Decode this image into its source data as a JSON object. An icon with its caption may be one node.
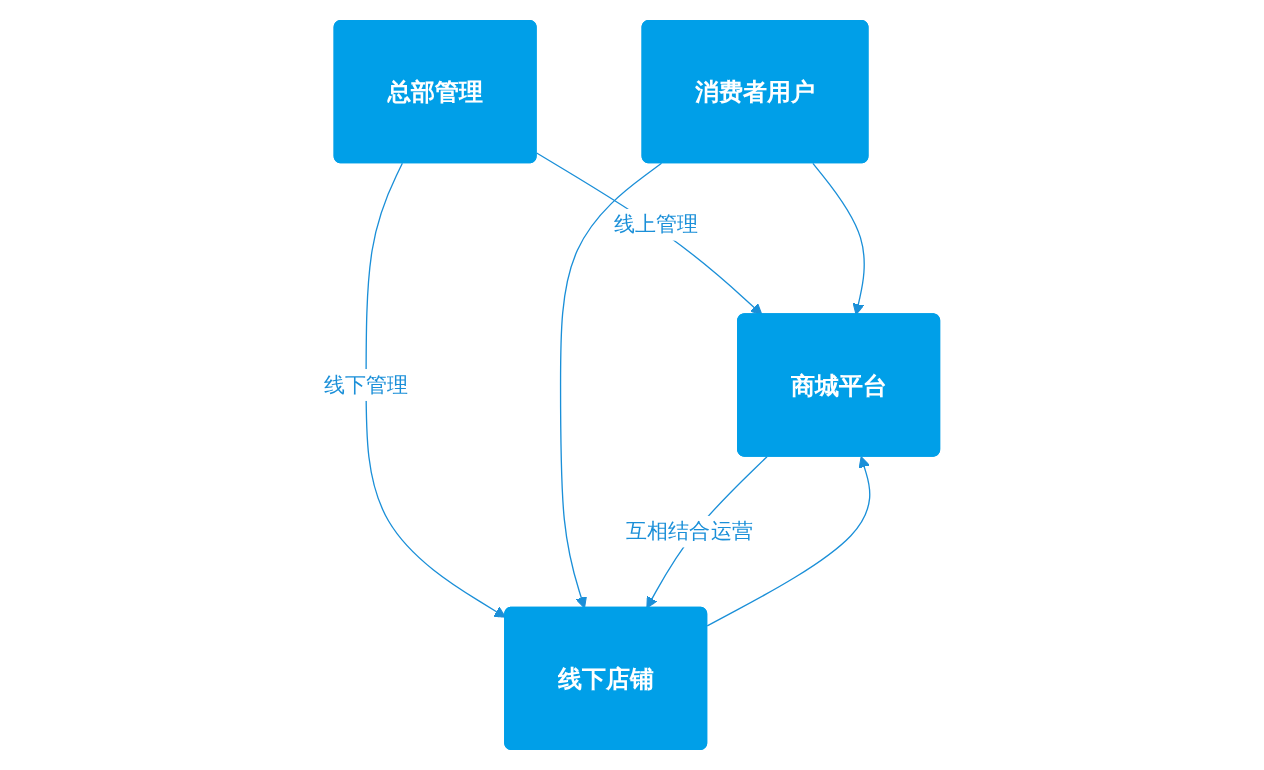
{
  "diagram": {
    "nodes": [
      {
        "text": [
          "商城平台"
        ]
      },
      {
        "text": [
          "总部管理"
        ]
      },
      {
        "text": [
          "消费者用户"
        ]
      },
      {
        "text": [
          "线下店铺"
        ]
      }
    ],
    "edges": [
      {
        "from": 1,
        "to": 0,
        "arrow": "to",
        "label": "线上管理"
      },
      {
        "from": 1,
        "to": 3,
        "arrow": "to",
        "label": "线下管理"
      },
      {
        "from": 2,
        "to": 0,
        "arrow": "to"
      },
      {
        "from": 2,
        "to": 3,
        "arrow": "to"
      },
      {
        "from": 3,
        "to": 0,
        "arrow": "to"
      },
      {
        "from": 0,
        "to": 3,
        "arrow": "to",
        "label": "互相结合运营"
      }
    ]
  }
}
